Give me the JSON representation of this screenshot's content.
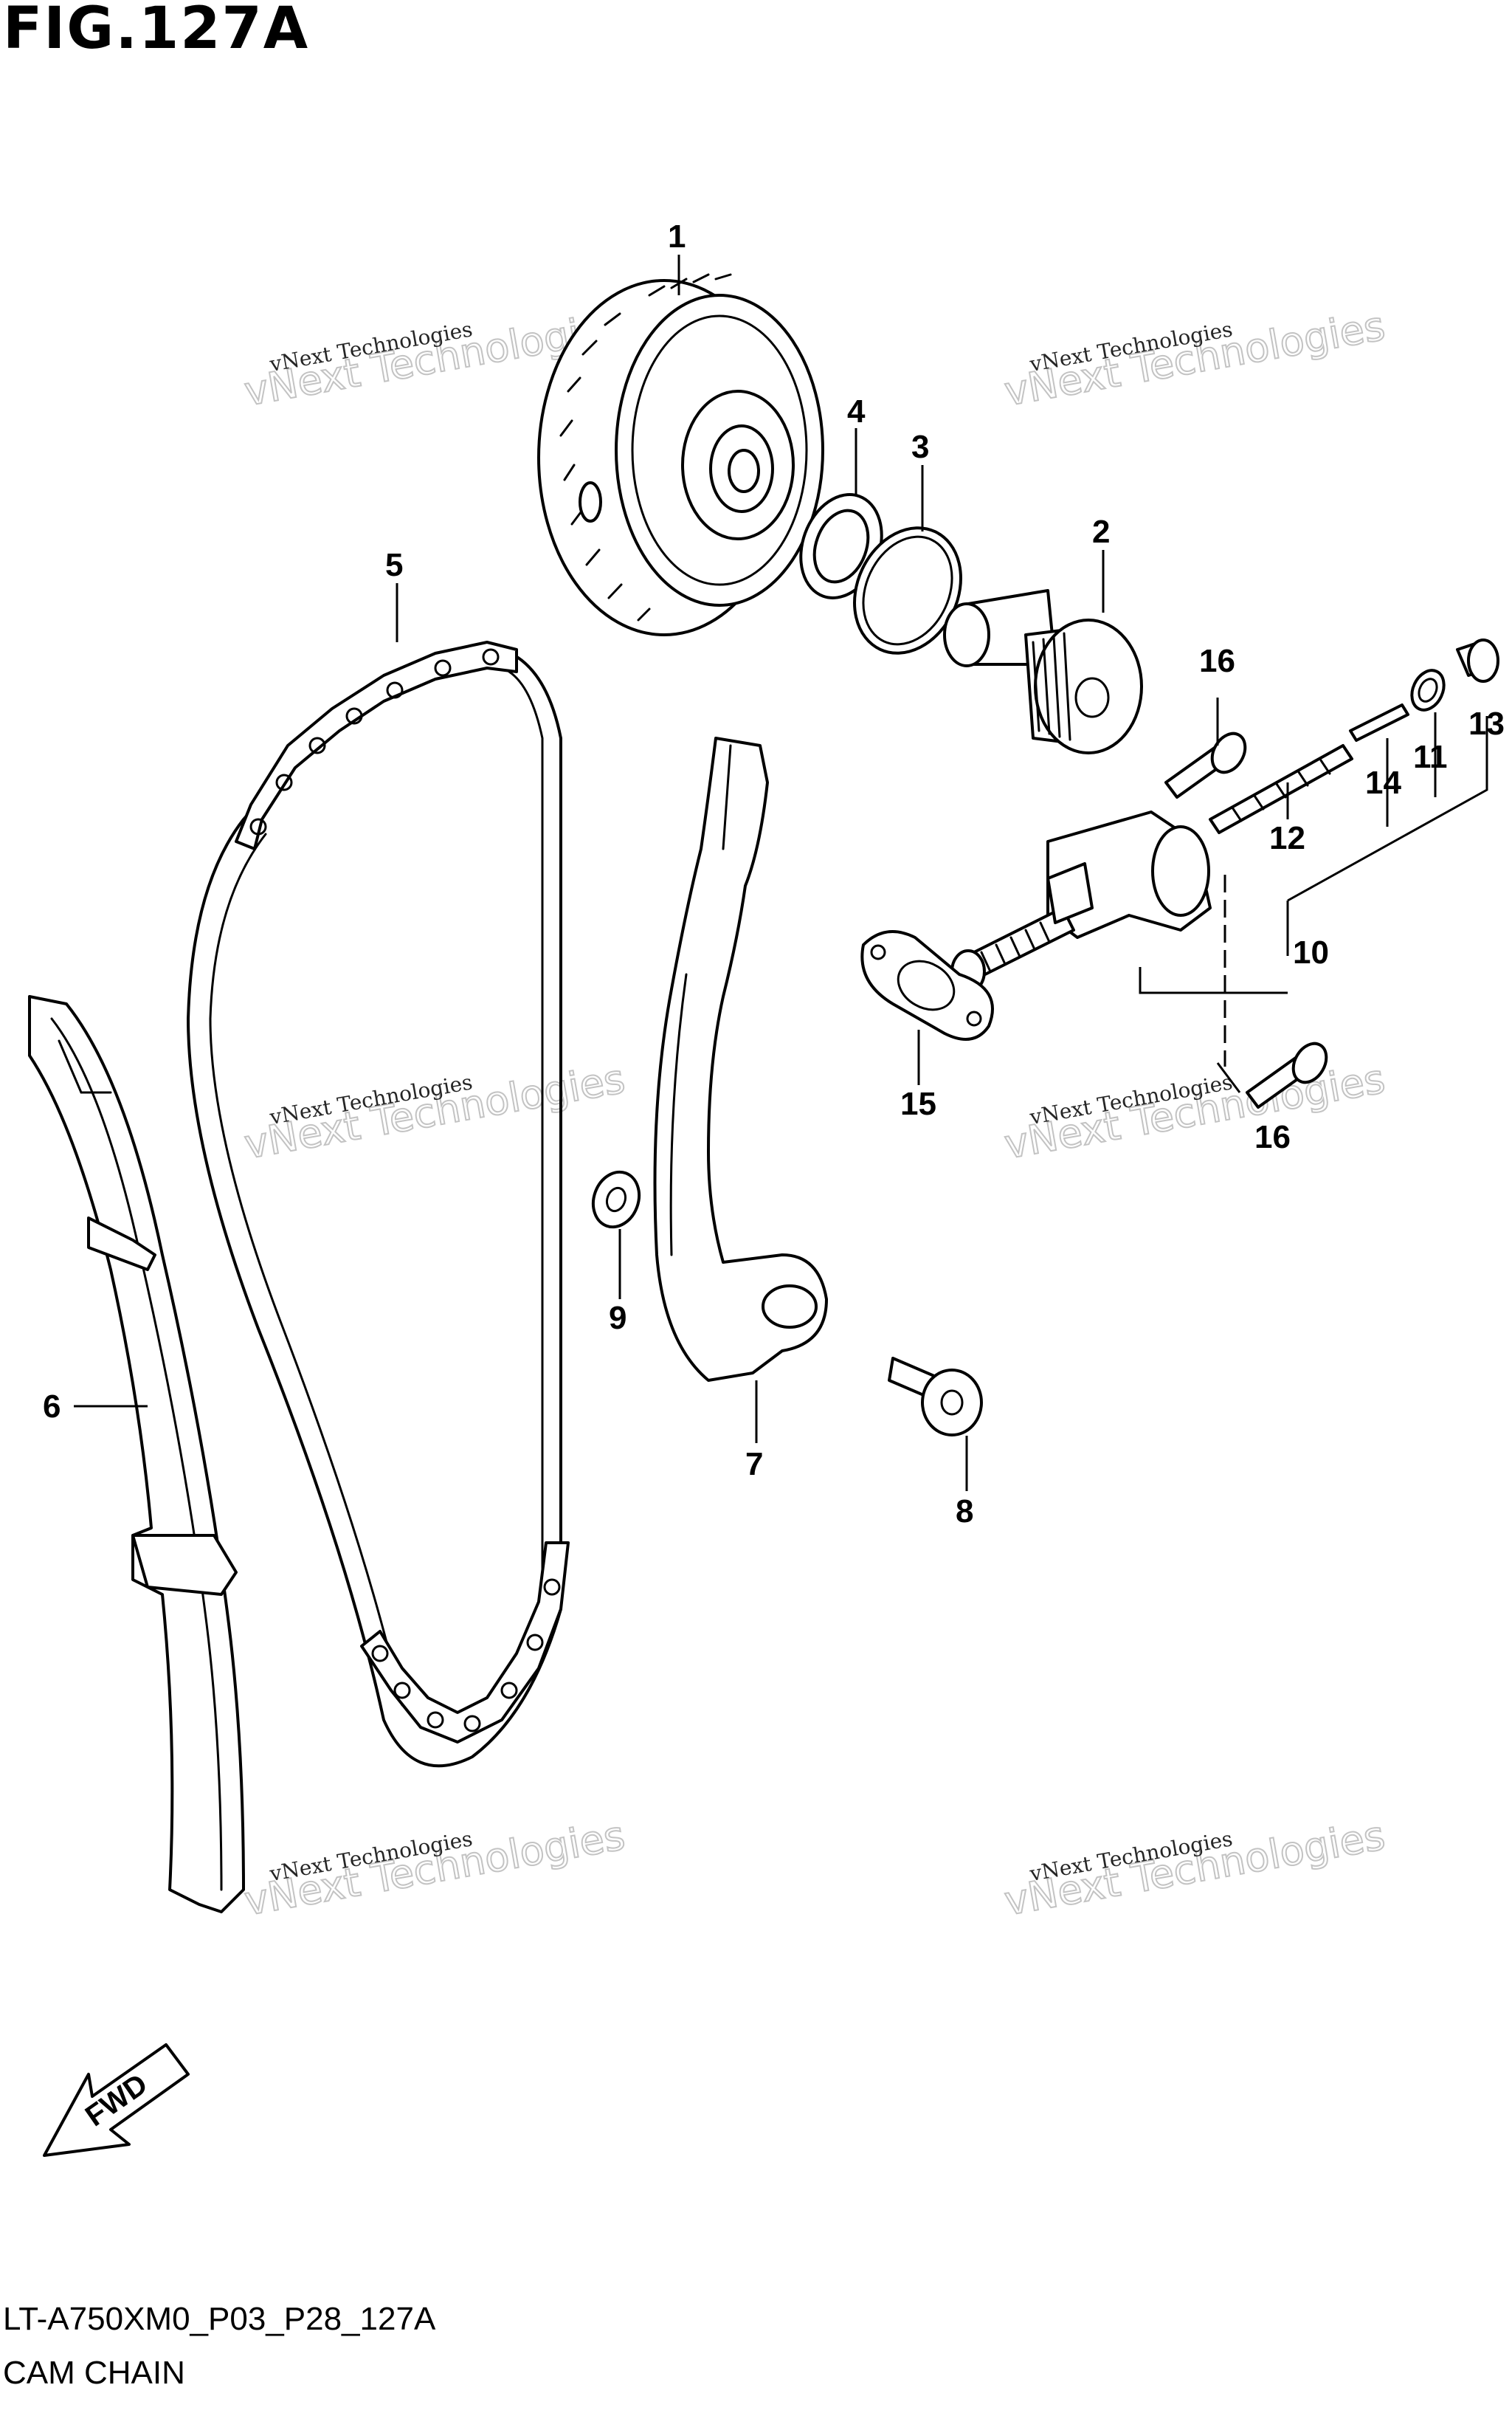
{
  "figure": {
    "title": "FIG.127A",
    "code": "LT-A750XM0_P03_P28_127A",
    "caption": "CAM CHAIN"
  },
  "watermark": {
    "small_text": "vNext Technologies",
    "large_text": "vNext Technologies"
  },
  "direction_label": "FWD",
  "callouts": [
    {
      "id": "1",
      "label": "1"
    },
    {
      "id": "2",
      "label": "2"
    },
    {
      "id": "3",
      "label": "3"
    },
    {
      "id": "4",
      "label": "4"
    },
    {
      "id": "5",
      "label": "5"
    },
    {
      "id": "6",
      "label": "6"
    },
    {
      "id": "7",
      "label": "7"
    },
    {
      "id": "8",
      "label": "8"
    },
    {
      "id": "9",
      "label": "9"
    },
    {
      "id": "10",
      "label": "10"
    },
    {
      "id": "11",
      "label": "11"
    },
    {
      "id": "12",
      "label": "12"
    },
    {
      "id": "13",
      "label": "13"
    },
    {
      "id": "14",
      "label": "14"
    },
    {
      "id": "15",
      "label": "15"
    },
    {
      "id": "16a",
      "label": "16"
    },
    {
      "id": "16b",
      "label": "16"
    }
  ]
}
